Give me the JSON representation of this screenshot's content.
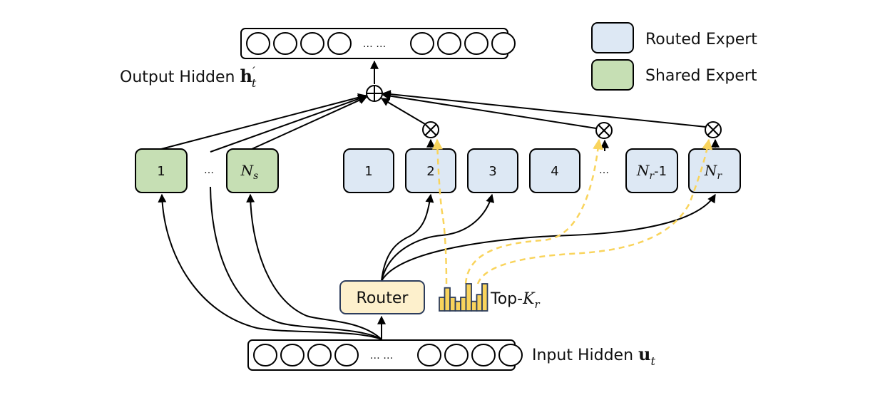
{
  "legend": {
    "routed": {
      "label": "Routed Expert",
      "color": "#dde8f4"
    },
    "shared": {
      "label": "Shared Expert",
      "color": "#c6dfb4"
    }
  },
  "output": {
    "label_prefix": "Output Hidden ",
    "symbol": "h",
    "prime": "′",
    "subscript": "t",
    "ellipsis": "… …"
  },
  "input": {
    "label_prefix": "Input Hidden ",
    "symbol": "u",
    "subscript": "t",
    "ellipsis": "… …"
  },
  "shared_experts": [
    {
      "label": "1",
      "italic": false
    },
    {
      "label": "…",
      "is_ellipsis": true
    },
    {
      "label": "N",
      "sub": "s",
      "italic": true
    }
  ],
  "routed_experts": [
    {
      "label": "1"
    },
    {
      "label": "2",
      "selected": true
    },
    {
      "label": "3"
    },
    {
      "label": "4"
    },
    {
      "label": "…",
      "is_ellipsis": true
    },
    {
      "label": "N",
      "sub": "r",
      "suffix": "-1",
      "italic": true
    },
    {
      "label": "N",
      "sub": "r",
      "italic": true,
      "selected": true
    }
  ],
  "router": {
    "label": "Router",
    "fill": "#fdf0cc",
    "border": "#2d3d5c"
  },
  "topk": {
    "label_prefix": "Top-",
    "symbol": "K",
    "subscript": "r",
    "bar_color": "#f9d45c",
    "bar_heights": [
      0.5,
      0.85,
      0.5,
      0.35,
      0.5,
      1.0,
      0.35,
      0.6,
      1.0
    ]
  },
  "operators": {
    "sum": "⊕",
    "multiply": "⊗"
  },
  "colors": {
    "gate_dash": "#f9d45c",
    "line": "#000000"
  }
}
